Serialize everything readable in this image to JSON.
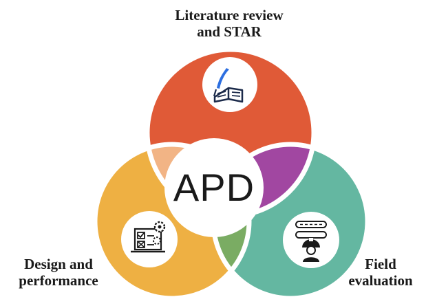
{
  "diagram": {
    "center": {
      "text": "APD",
      "color": "#ffffff"
    },
    "circles": [
      {
        "name": "literature",
        "label_lines": [
          "Literature review",
          "and STAR"
        ],
        "color": "#e05a37",
        "icon": "quill-book-icon"
      },
      {
        "name": "design",
        "label_lines": [
          "Design and",
          "performance"
        ],
        "color": "#eeb043",
        "icon": "checklist-gears-icon"
      },
      {
        "name": "field",
        "label_lines": [
          "Field",
          "evaluation"
        ],
        "color": "#64b7a1",
        "icon": "road-worker-icon"
      }
    ],
    "overlaps": {
      "literature_design": "#f2b485",
      "literature_field": "#a147a1",
      "design_field": "#7aac63"
    }
  }
}
